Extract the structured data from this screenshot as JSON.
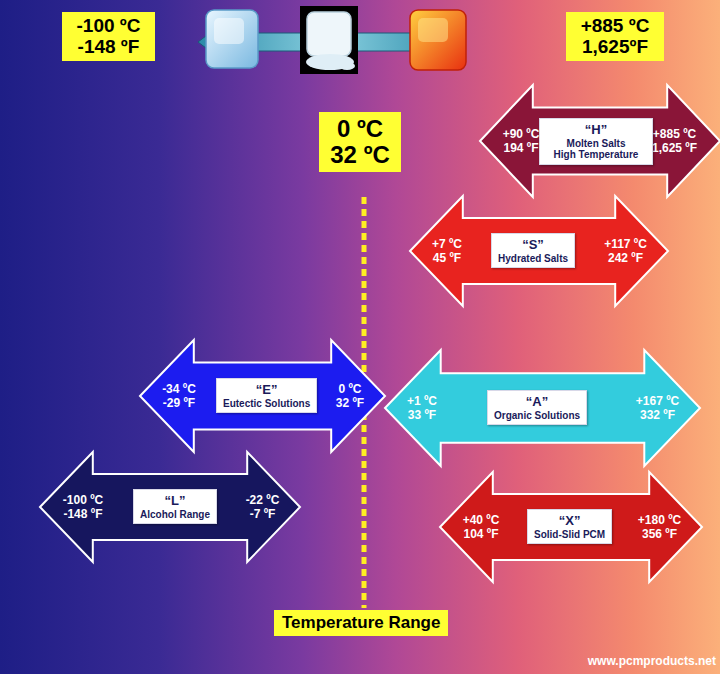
{
  "diagram": {
    "nodes": [
      {
        "text": [
          "-100 ºC -148 ºF"
        ]
      },
      {
        "text": [
          "+885 ºC 1,625ºF"
        ]
      },
      {
        "text": [
          "0 ºC 32 ºC"
        ]
      },
      {
        "text": [
          "+90 ºC 194 ºF",
          "+885 ºC 1,625 ºF"
        ]
      },
      {
        "text": [
          "“H”",
          "Molten Salts High Temperature"
        ],
        "in": 3
      },
      {
        "text": [
          "+7 ºC 45 ºF",
          "+117 ºC 242 ºF"
        ]
      },
      {
        "text": [
          "“S”",
          "Hydrated Salts"
        ],
        "in": 5
      },
      {
        "text": [
          "-34 ºC -29 ºF",
          "0 ºC 32 ºF"
        ]
      },
      {
        "text": [
          "“E”",
          "Eutectic Solutions"
        ],
        "in": 7
      },
      {
        "text": [
          "+1 ºC 33 ºF",
          "+167 ºC 332 ºF"
        ]
      },
      {
        "text": [
          "“A”",
          "Organic Solutions"
        ],
        "in": 9
      },
      {
        "text": [
          "-100 ºC -148 ºF",
          "-22 ºC -7 ºF"
        ]
      },
      {
        "text": [
          "“L”",
          "Alcohol Range"
        ],
        "in": 11
      },
      {
        "text": [
          "+40 ºC 104 ºF",
          "+180 ºC 356 ºF"
        ]
      },
      {
        "text": [
          "“X”",
          "Solid-Slid PCM"
        ],
        "in": 13
      },
      {
        "text": [
          "Temperature Range"
        ]
      }
    ],
    "labels": [
      "www.pcmproducts.net"
    ]
  }
}
